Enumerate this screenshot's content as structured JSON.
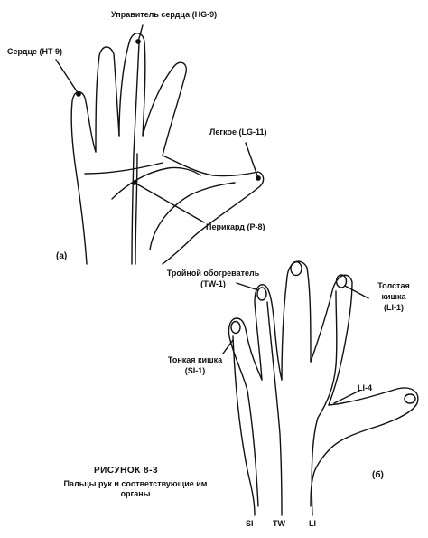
{
  "panel_a": {
    "label": "(а)",
    "points": {
      "hg9": "Управитель сердца (HG-9)",
      "ht9": "Сердце (HT-9)",
      "lg11": "Легкое (LG-11)",
      "p8": "Перикард (P-8)"
    }
  },
  "panel_b": {
    "label": "(б)",
    "points": {
      "tw1_line1": "Тройной обогреватель",
      "tw1_line2": "(TW-1)",
      "li1_line1": "Толстая",
      "li1_line2": "кишка",
      "li1_line3": "(LI-1)",
      "si1_line1": "Тонкая кишка",
      "si1_line2": "(SI-1)",
      "li4": "LI-4"
    },
    "meridians": {
      "si": "SI",
      "tw": "TW",
      "li": "LI"
    }
  },
  "caption": {
    "title": "РИСУНОК 8-3",
    "line1": "Пальцы рук и соответствующие им",
    "line2": "органы"
  },
  "colors": {
    "ink": "#111111",
    "paper": "#ffffff"
  }
}
